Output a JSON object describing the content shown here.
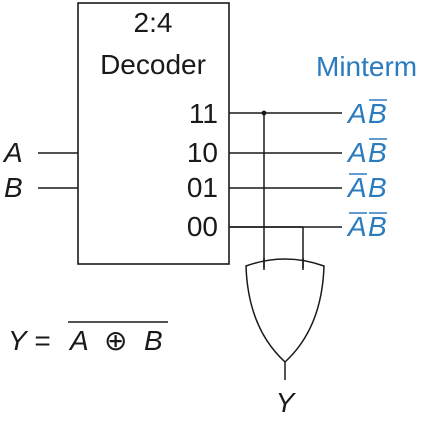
{
  "decoder": {
    "title_line1": "2:4",
    "title_line2": "Decoder",
    "outputs": [
      "11",
      "10",
      "01",
      "00"
    ]
  },
  "inputs": {
    "a": "A",
    "b": "B"
  },
  "minterm_header": "Minterm",
  "minterms": [
    {
      "first": "A",
      "second": "B",
      "first_bar": false,
      "second_bar": true
    },
    {
      "first": "A",
      "second": "B",
      "first_bar": false,
      "second_bar": true
    },
    {
      "first": "A",
      "second": "B",
      "first_bar": true,
      "second_bar": false
    },
    {
      "first": "A",
      "second": "B",
      "first_bar": true,
      "second_bar": true
    }
  ],
  "gate_output": "Y",
  "equation": {
    "lhs": "Y =",
    "op_a": "A",
    "xor_symbol": "⊕",
    "op_b": "B"
  },
  "colors": {
    "accent": "#2b7bbf",
    "ink": "#1a1a1a"
  }
}
